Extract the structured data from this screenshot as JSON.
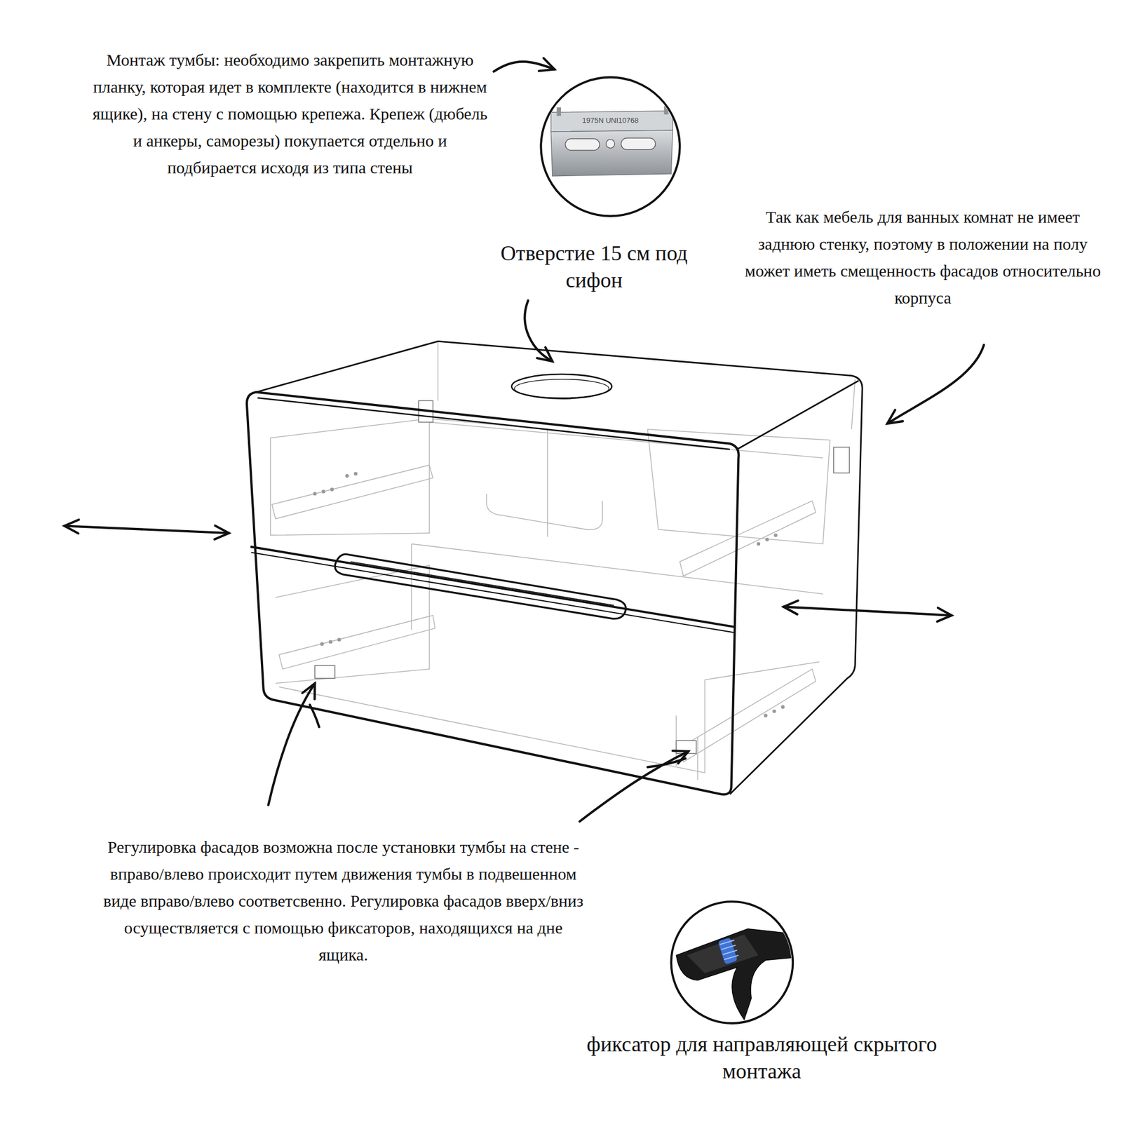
{
  "diagram": {
    "labels": [
      "Монтаж тумбы: необходимо закрепить монтажную планку, которая идет в комплекте (находится в нижнем ящике), на стену с помощью крепежа. Крепеж (дюбель и анкеры, саморезы) покупается отдельно и подбирается исходя из типа стены",
      "1975N UNI10768",
      "Отверстие 15 см под сифон",
      "Так как мебель для ванных комнат не имеет заднюю стенку, поэтому в положении на полу может иметь смещенность фасадов относительно корпуса",
      "Регулировка фасадов возможна после установки тумбы на стене - вправо/влево происходит путем движения тумбы в подвешенном виде вправо/влево соответсвенно. Регулировка фасадов вверх/вниз осуществляется с помощью фиксаторов, находящихся на дне ящика.",
      "фиксатор для направляющей скрытого монтажа"
    ]
  }
}
